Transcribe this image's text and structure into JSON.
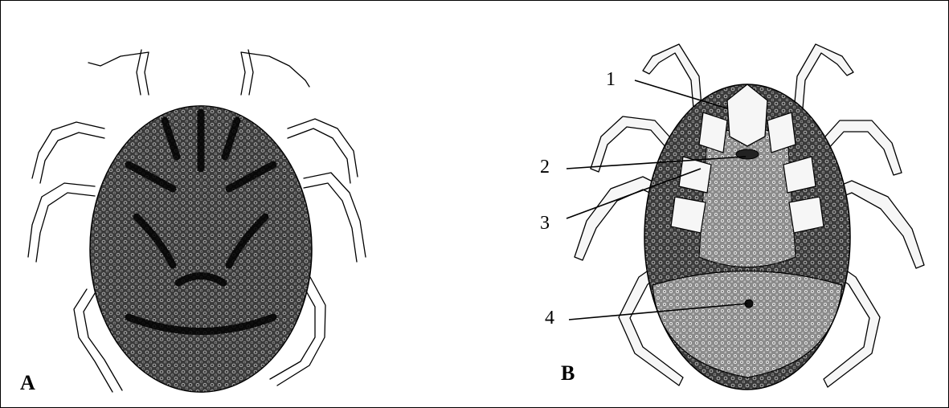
{
  "panels": {
    "dorsal": {
      "label": "A"
    },
    "ventral": {
      "label": "B"
    }
  },
  "callouts": [
    "1",
    "2",
    "3",
    "4"
  ],
  "colors": {
    "ink": "#000000",
    "body_fill": "#3a3a3a",
    "leg_fill": "#f6f6f6",
    "background": "#ffffff"
  }
}
